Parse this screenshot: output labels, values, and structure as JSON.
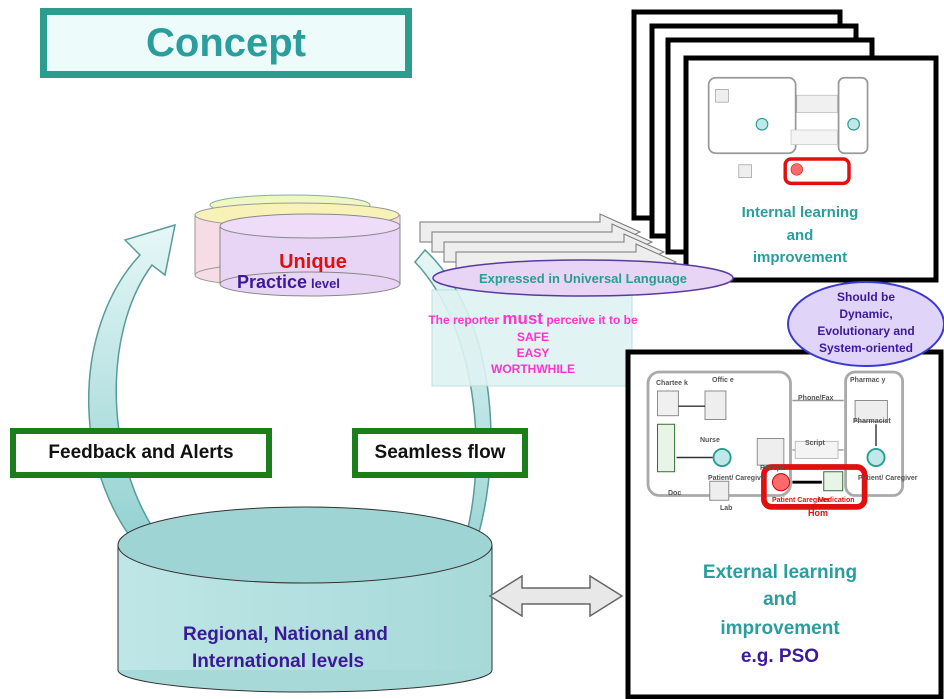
{
  "title": "Concept",
  "top_cylinder": {
    "line1": "Unique",
    "line2_main": "Practice",
    "line2_suffix": "level"
  },
  "universal": {
    "label": "Expressed in Universal Language"
  },
  "reporter": {
    "prefix": "The reporter",
    "must": "must",
    "suffix": "perceive it to be",
    "items": [
      "SAFE",
      "EASY",
      "WORTHWHILE"
    ]
  },
  "should_be": {
    "lines": [
      "Should be",
      "Dynamic,",
      "Evolutionary and",
      "System-oriented"
    ]
  },
  "internal": {
    "lines": [
      "Internal learning",
      "and",
      "improvement"
    ]
  },
  "external": {
    "lines": [
      "External learning",
      "and",
      "improvement"
    ],
    "example": "e.g. PSO"
  },
  "feedback": {
    "label": "Feedback and Alerts"
  },
  "seamless": {
    "label": "Seamless flow"
  },
  "bottom_cylinder": {
    "line1": "Regional, National and",
    "line2": "International levels"
  },
  "workflow": {
    "office": "Offic e",
    "chart": "Chartee k",
    "doc": "Doc",
    "nurse": "Nurse",
    "patient": "Patient/ Caregiver",
    "phonefax": "Phone/Fax",
    "script": "Script",
    "reception": "Recept.",
    "pharmacy": "Pharmac y",
    "pharmacist": "Pharmacist",
    "patient2": "Patient/ Caregiver",
    "lab": "Lab",
    "home_patient": "Patient Caregiver",
    "medication": "Medication",
    "home": "Hom"
  },
  "colors": {
    "teal": "#2a9d8f",
    "green_border": "#1a7f1a",
    "cyl_teal": "#bfe3e3",
    "purple": "#3b1a9a",
    "red": "#e01010",
    "magenta": "#ff33cc",
    "oval_blue": "#3a3ad0",
    "light_purple": "#e8d4f5"
  }
}
